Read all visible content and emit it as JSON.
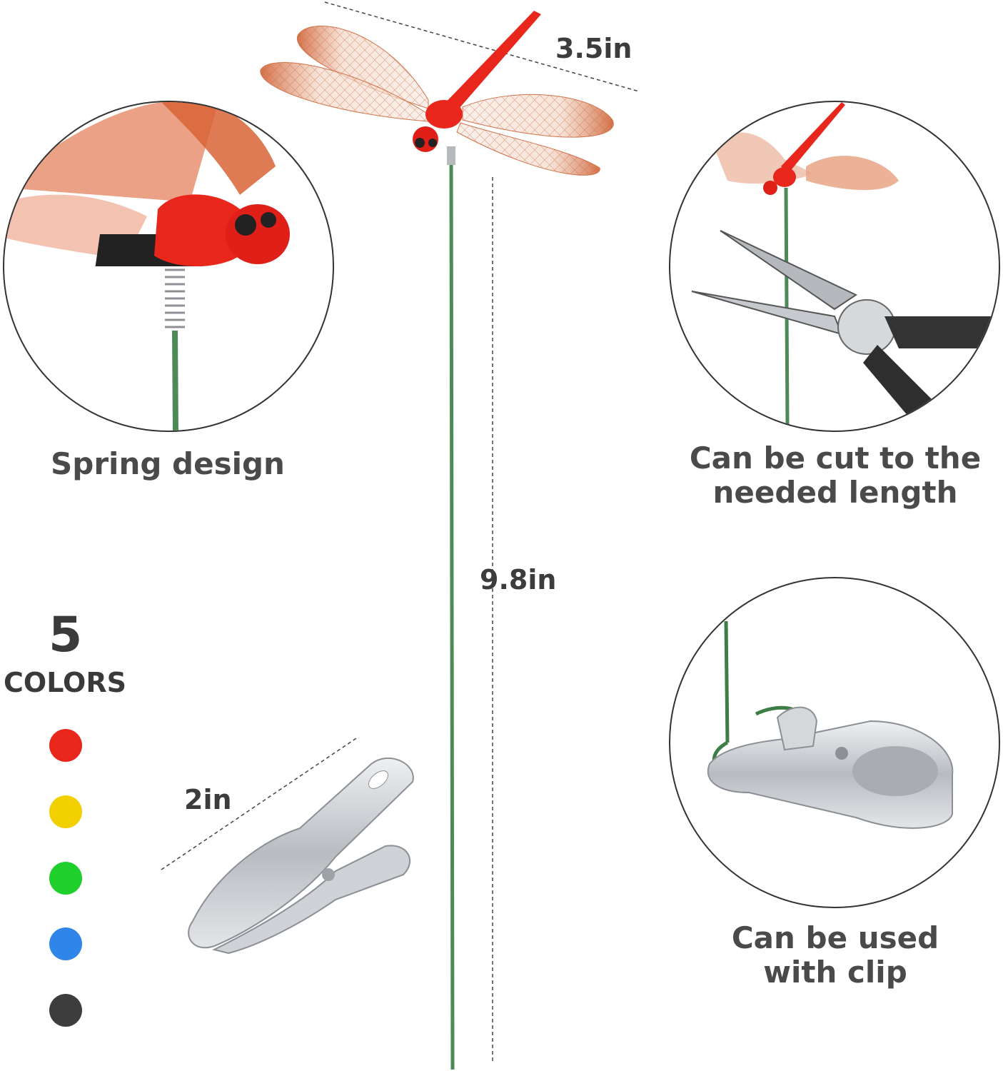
{
  "dimensions": {
    "wing_span": "3.5in",
    "stake_height": "9.8in",
    "clip_length": "2in"
  },
  "features": {
    "spring": "Spring design",
    "cut_line1": "Can be cut to the",
    "cut_line2": "needed length",
    "clip_line1": "Can be used",
    "clip_line2": "with clip"
  },
  "colors_block": {
    "count": "5",
    "word": "COLORS",
    "swatches": [
      "#e8261c",
      "#f2d000",
      "#1fcf2c",
      "#2f86e8",
      "#3d3d3d"
    ]
  },
  "palette": {
    "dragonfly_red": "#e8261c",
    "wing_tint": "#d9754a",
    "stem_green": "#4e8a58",
    "metal": "#c9ccd0"
  }
}
